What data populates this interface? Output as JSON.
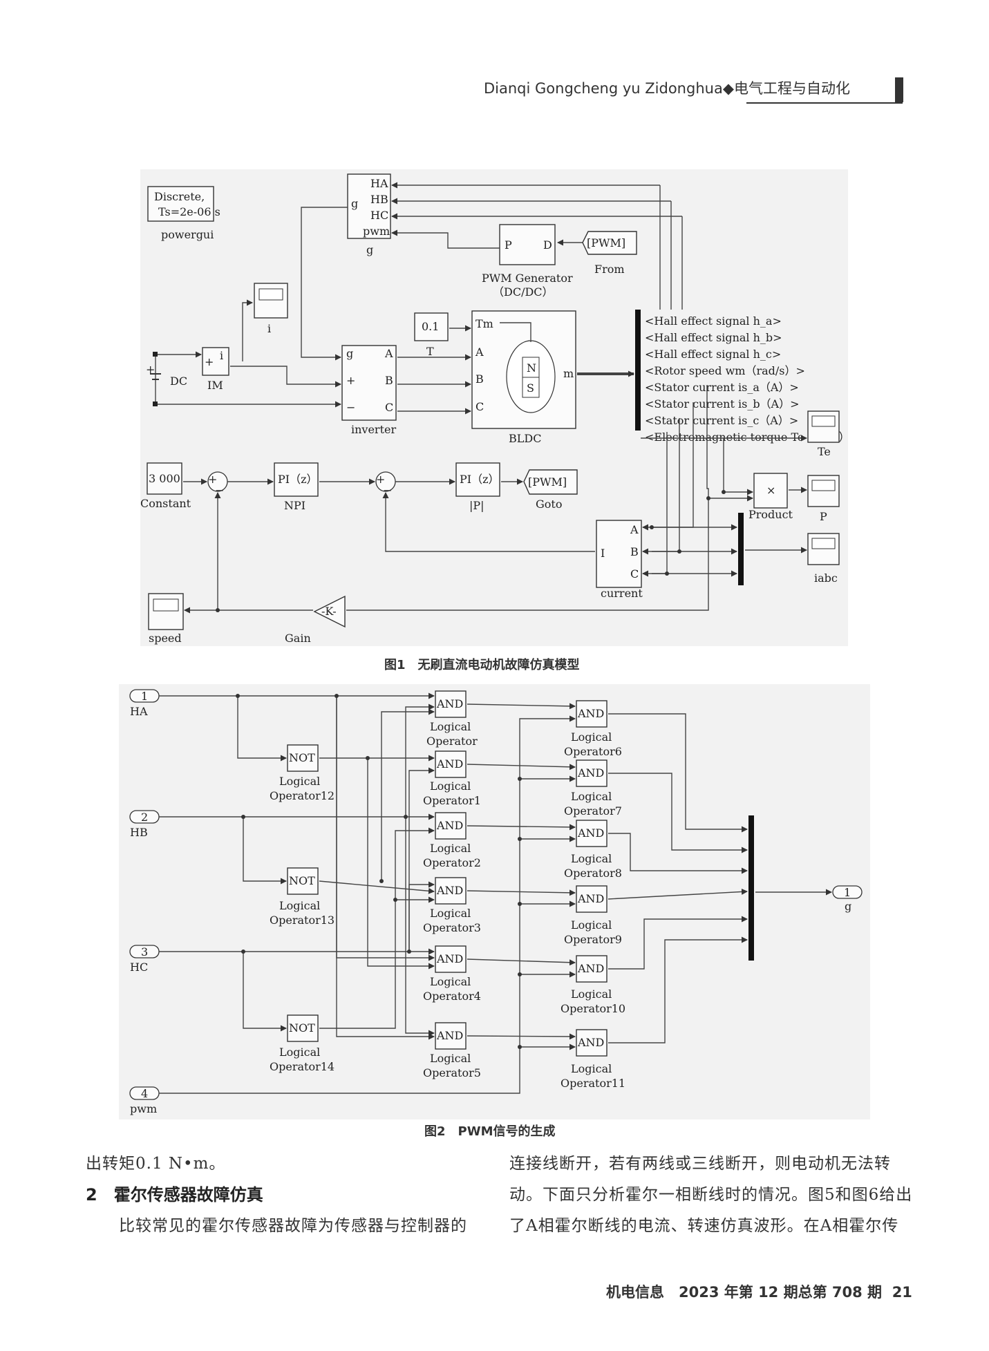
{
  "header": {
    "running_title": "Dianqi Gongcheng yu Zidonghua◆电气工程与自动化"
  },
  "figure1": {
    "caption": "图1　无刷直流电动机故障仿真模型",
    "powergui_line1": "Discrete,",
    "powergui_line2": "Ts=2e-06 s",
    "powergui_label": "powergui",
    "g_ports": [
      "HA",
      "HB",
      "HC",
      "pwm"
    ],
    "g_in": "g",
    "g_label": "g",
    "pwmgen_p": "P",
    "pwmgen_d": "D",
    "pwmgen_label1": "PWM Generator",
    "pwmgen_label2": "（DC/DC）",
    "from_tag": "[PWM]",
    "from_label": "From",
    "scope_i_label": "i",
    "im_label": "IM",
    "im_i": "i",
    "dc_label": "DC",
    "tm_value": "0.1",
    "tm_label": "T",
    "inverter_ports": [
      "g",
      "+",
      "−",
      "A",
      "B",
      "C"
    ],
    "inverter_label": "inverter",
    "bldc_ports": [
      "Tm",
      "A",
      "B",
      "C",
      "m"
    ],
    "bldc_n": "N",
    "bldc_s": "S",
    "bldc_label": "BLDC",
    "bus_signals": [
      "<Hall effect signal h_a>",
      "<Hall effect signal h_b>",
      "<Hall effect signal h_c>",
      "<Rotor speed wm（rad/s）>",
      "<Stator current is_a（A）>",
      "<Stator current is_b（A）>",
      "<Stator current is_c（A）>",
      "<Electromagnetic torque Te（N·m）>"
    ],
    "te_label": "Te",
    "constant_value": "3 000",
    "constant_label": "Constant",
    "npi_text": "PI（z）",
    "npi_label": "NPI",
    "ipi_text": "PI（z）",
    "ipi_label": "|P|",
    "goto_tag": "[PWM]",
    "goto_label": "Goto",
    "product_sym": "×",
    "product_label": "Product",
    "p_label": "P",
    "current_in": "I",
    "current_ports": [
      "A",
      "B",
      "C"
    ],
    "current_label": "current",
    "iabc_label": "iabc",
    "speed_label": "speed",
    "gain_text": "-K-",
    "gain_label": "Gain",
    "sum_plus": "+",
    "sum_minus": "−"
  },
  "figure2": {
    "caption": "图2　PWM信号的生成",
    "inports": [
      {
        "num": "1",
        "name": "HA"
      },
      {
        "num": "2",
        "name": "HB"
      },
      {
        "num": "3",
        "name": "HC"
      },
      {
        "num": "4",
        "name": "pwm"
      }
    ],
    "not_text": "NOT",
    "nots": [
      {
        "l1": "Logical",
        "l2": "Operator12"
      },
      {
        "l1": "Logical",
        "l2": "Operator13"
      },
      {
        "l1": "Logical",
        "l2": "Operator14"
      }
    ],
    "and_text": "AND",
    "ands_left": [
      {
        "l1": "Logical",
        "l2": "Operator"
      },
      {
        "l1": "Logical",
        "l2": "Operator1"
      },
      {
        "l1": "Logical",
        "l2": "Operator2"
      },
      {
        "l1": "Logical",
        "l2": "Operator3"
      },
      {
        "l1": "Logical",
        "l2": "Operator4"
      },
      {
        "l1": "Logical",
        "l2": "Operator5"
      }
    ],
    "ands_right": [
      {
        "l1": "Logical",
        "l2": "Operator6"
      },
      {
        "l1": "Logical",
        "l2": "Operator7"
      },
      {
        "l1": "Logical",
        "l2": "Operator8"
      },
      {
        "l1": "Logical",
        "l2": "Operator9"
      },
      {
        "l1": "Logical",
        "l2": "Operator10"
      },
      {
        "l1": "Logical",
        "l2": "Operator11"
      }
    ],
    "outport_num": "1",
    "outport_name": "g"
  },
  "text": {
    "left_line1": "出转矩0.1 N•m。",
    "section_num": "2",
    "section_title": "霍尔传感器故障仿真",
    "left_line3": "比较常见的霍尔传感器故障为传感器与控制器的",
    "right_line1": "连接线断开，若有两线或三线断开，则电动机无法转",
    "right_line2": "动。下面只分析霍尔一相断线时的情况。图5和图6给出",
    "right_line3": "了A相霍尔断线的电流、转速仿真波形。在A相霍尔传"
  },
  "footer": {
    "journal": "机电信息",
    "issue": "2023 年第 12 期总第 708 期",
    "page": "21"
  }
}
